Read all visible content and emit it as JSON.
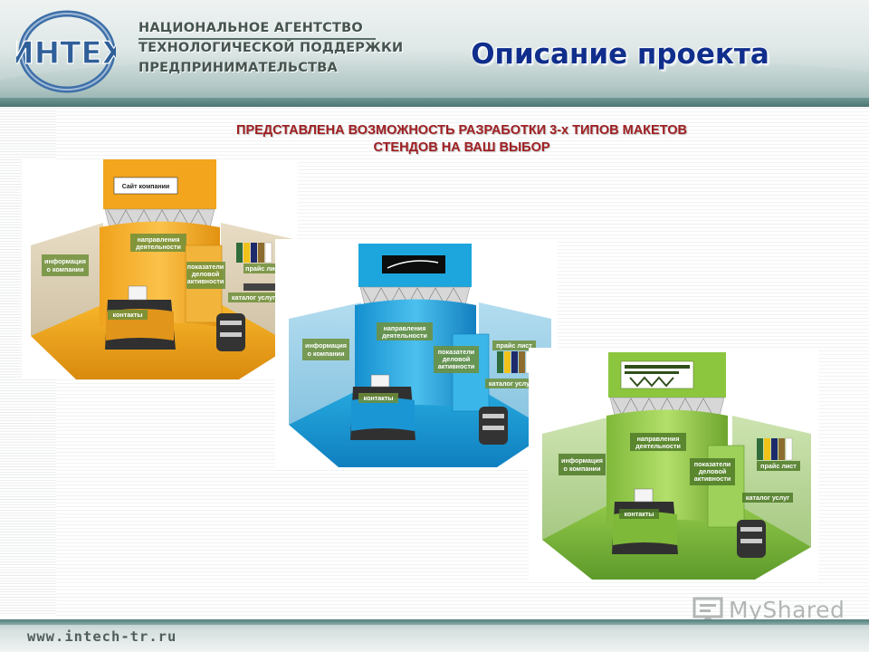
{
  "header": {
    "logo_text": "ИНТЕХ",
    "agency_lines": [
      "НАЦИОНАЛЬНОЕ АГЕНТСТВО",
      "ТЕХНОЛОГИЧЕСКОЙ ПОДДЕРЖКИ",
      "ПРЕДПРИНИМАТЕЛЬСТВА"
    ],
    "title": "Описание проекта"
  },
  "subtitle": {
    "line1": "ПРЕДСТАВЛЕНА ВОЗМОЖНОСТЬ РАЗРАБОТКИ 3-х ТИПОВ МАКЕТОВ",
    "line2": "СТЕНДОВ НА ВАШ ВЫБОР"
  },
  "booths": {
    "orange": {
      "banner": "Сайт компании",
      "info": [
        "информация",
        "о компании"
      ],
      "directions": [
        "направления",
        "деятельности"
      ],
      "indicators": [
        "показатели",
        "деловой",
        "активности"
      ],
      "pricelist": "прайс лист",
      "catalog": "каталог услуг",
      "contacts": "контакты"
    },
    "blue": {
      "info": [
        "информация",
        "о компании"
      ],
      "directions": [
        "направления",
        "деятельности"
      ],
      "indicators": [
        "показатели",
        "деловой",
        "активности"
      ],
      "pricelist": "прайс лист",
      "catalog": "каталог услуг",
      "contacts": "контакты"
    },
    "green": {
      "info": [
        "информация",
        "о компании"
      ],
      "directions": [
        "направления",
        "деятельности"
      ],
      "indicators": [
        "показатели",
        "деловой",
        "активности"
      ],
      "pricelist": "прайс лист",
      "catalog": "каталог услуг",
      "contacts": "контакты"
    }
  },
  "watermark": {
    "text": "MyShared"
  },
  "footer": {
    "url": "www.intech-tr.ru"
  },
  "colors": {
    "title": "#102e8c",
    "subtitle": "#a01f22",
    "orange_booth": "#f2a21a",
    "blue_booth": "#1ba3d8",
    "green_booth": "#8cc63f"
  }
}
